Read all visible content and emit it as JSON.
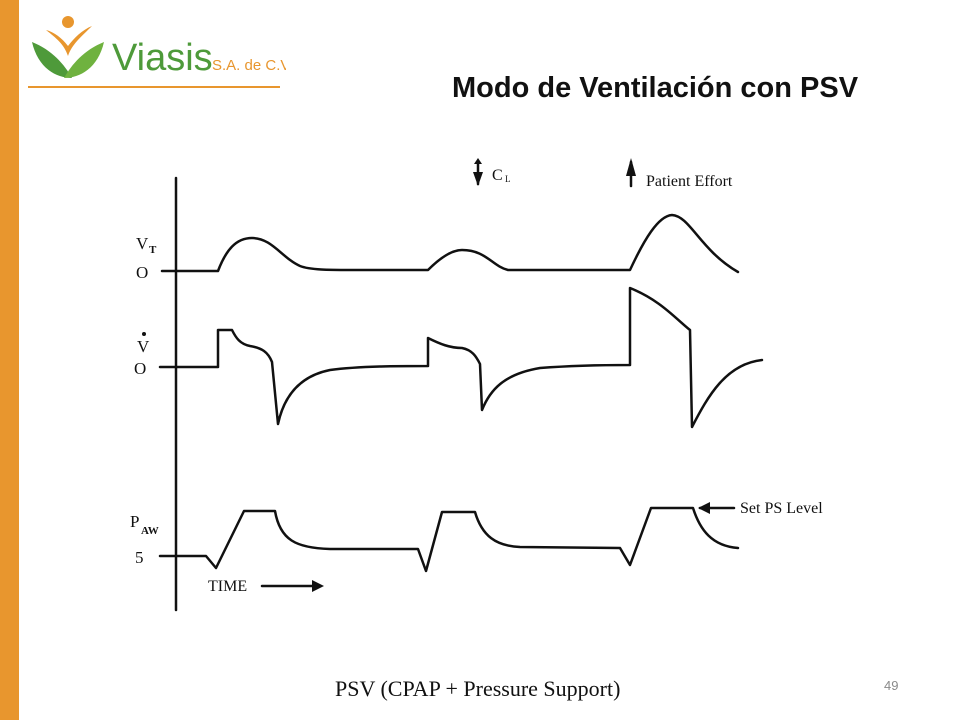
{
  "logo": {
    "brand": "Viasis",
    "suffix": "S.A. de C.V."
  },
  "title": "Modo de Ventilación con PSV",
  "diagram": {
    "markers": {
      "compliance": "C",
      "compliance_sub": "L",
      "patient_effort": "Patient Effort"
    },
    "axis_labels": {
      "volume_main": "V",
      "volume_sub": "T",
      "volume_zero": "O",
      "flow_main": "V",
      "flow_zero": "O",
      "pressure_main": "P",
      "pressure_sub": "AW",
      "pressure_zero": "5"
    },
    "time_label": "TIME",
    "ps_level_label": "Set PS Level"
  },
  "caption": "PSV (CPAP + Pressure Support)",
  "page_number": "49",
  "colors": {
    "accent_orange": "#E8962E",
    "brand_green": "#4E9A3A"
  }
}
